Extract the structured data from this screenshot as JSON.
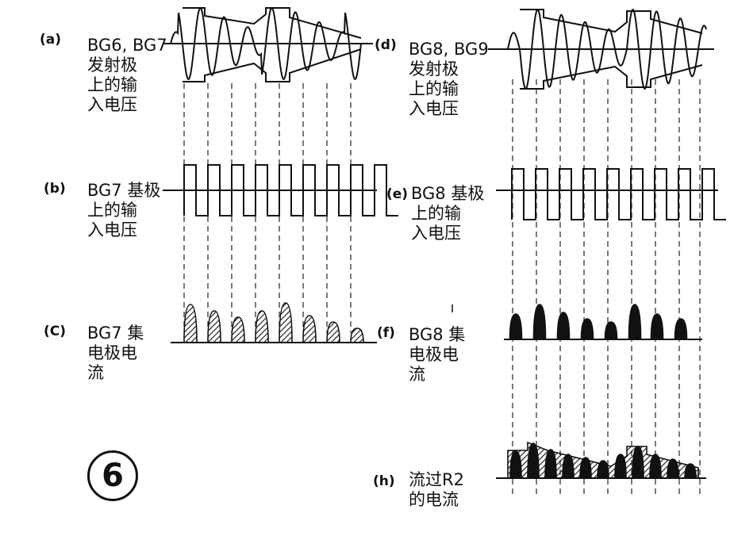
{
  "panels": {
    "a": {
      "tag": "(a)",
      "title": "BG6, BG7",
      "lines": [
        "发射极",
        "上的输",
        "入电压"
      ]
    },
    "b": {
      "tag": "(b)",
      "title": "BG7 基极",
      "lines": [
        "上的输",
        "入电压"
      ]
    },
    "c": {
      "tag": "(C)",
      "title": "BG7 集",
      "lines": [
        "电极电",
        "流"
      ]
    },
    "d": {
      "tag": "(d)",
      "title": "BG8, BG9",
      "lines": [
        "发射极",
        "上的输",
        "入电压"
      ]
    },
    "e": {
      "tag": "(e)",
      "title": "BG8 基极",
      "lines": [
        "上的输",
        "入电压"
      ]
    },
    "f": {
      "tag": "(f)",
      "title": "BG8 集",
      "lines": [
        "电极电",
        "流"
      ]
    },
    "h": {
      "tag": "(h)",
      "title": "流过R2",
      "lines": [
        "的电流"
      ]
    }
  },
  "figure_number": "6",
  "colors": {
    "ink": "#111111",
    "background": "#ffffff"
  }
}
